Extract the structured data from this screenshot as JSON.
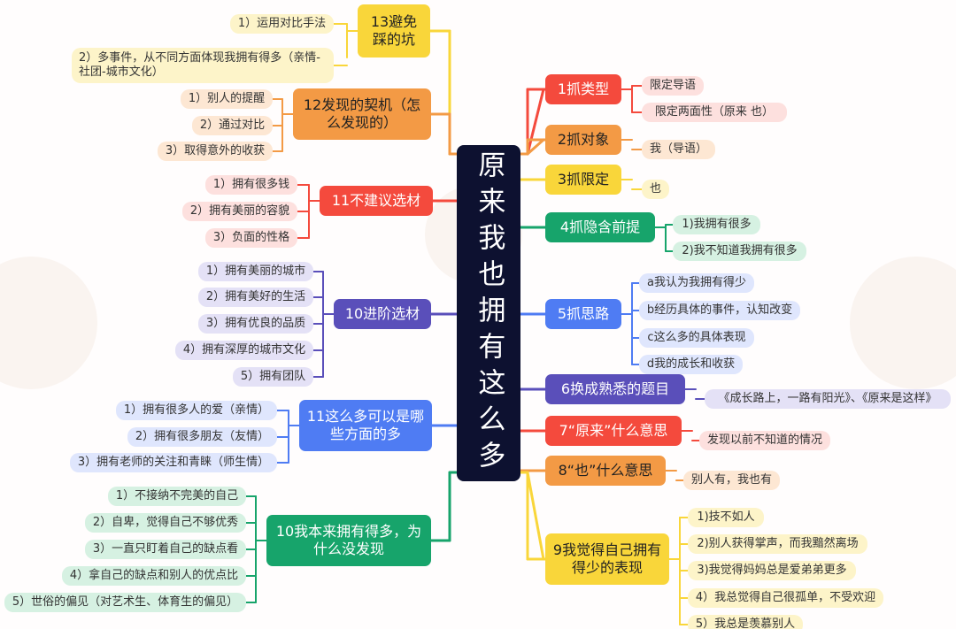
{
  "center_title": "原来我也拥有这么多",
  "colors": {
    "red": "#f44a3d",
    "orange": "#f39a45",
    "yellow": "#f9d63a",
    "green": "#17a46b",
    "blue": "#4f7cf3",
    "purple": "#5a4fba",
    "center": "#0d1130"
  },
  "right_branches": [
    {
      "label": "1抓类型",
      "color": "red",
      "leaves": [
        "限定导语",
        "限定两面性（原来  也）"
      ]
    },
    {
      "label": "2抓对象",
      "color": "orange",
      "leaves": [
        "我（导语）"
      ]
    },
    {
      "label": "3抓限定",
      "color": "yellow",
      "leaves": [
        "也"
      ]
    },
    {
      "label": "4抓隐含前提",
      "color": "green",
      "leaves": [
        "1)我拥有很多",
        "2)我不知道我拥有很多"
      ]
    },
    {
      "label": "5抓思路",
      "color": "blue",
      "leaves": [
        "a我认为我拥有得少",
        "b经历具体的事件，认知改变",
        "c这么多的具体表现",
        "d我的成长和收获"
      ]
    },
    {
      "label": "6换成熟悉的题目",
      "color": "purple",
      "leaves": [
        "《成长路上，一路有阳光》、《原来是这样》"
      ]
    },
    {
      "label": "7“原来”什么意思",
      "color": "red",
      "leaves": [
        "发现以前不知道的情况"
      ]
    },
    {
      "label": "8“也”什么意思",
      "color": "orange",
      "leaves": [
        "别人有，我也有"
      ]
    },
    {
      "label": "9我觉得自己拥有得少的表现",
      "color": "yellow",
      "leaves": [
        "1)技不如人",
        "2)别人获得掌声，而我黯然离场",
        "3)我觉得妈妈总是爱弟弟更多",
        "4）我总觉得自己很孤单，不受欢迎",
        "5）我总是羡慕别人"
      ]
    }
  ],
  "left_branches": [
    {
      "label": "13避免踩的坑",
      "color": "yellow",
      "leaves": [
        "1）运用对比手法",
        "2）多事件，从不同方面体现我拥有得多（亲情-社团-城市文化）"
      ]
    },
    {
      "label": "12发现的契机（怎么发现的）",
      "color": "orange",
      "leaves": [
        "1）别人的提醒",
        "2）通过对比",
        "3）取得意外的收获"
      ]
    },
    {
      "label": "11不建议选材",
      "color": "red",
      "leaves": [
        "1）拥有很多钱",
        "2）拥有美丽的容貌",
        "3）负面的性格"
      ]
    },
    {
      "label": "10进阶选材",
      "color": "purple",
      "leaves": [
        "1）拥有美丽的城市",
        "2）拥有美好的生活",
        "3）拥有优良的品质",
        "4）拥有深厚的城市文化",
        "5）拥有团队"
      ]
    },
    {
      "label": "11这么多可以是哪些方面的多",
      "color": "blue",
      "leaves": [
        "1）拥有很多人的爱（亲情）",
        "2）拥有很多朋友（友情）",
        "3）拥有老师的关注和青睐（师生情）"
      ]
    },
    {
      "label": "10我本来拥有得多，为什么没发现",
      "color": "green",
      "leaves": [
        "1）不接纳不完美的自己",
        "2）自卑，觉得自己不够优秀",
        "3）一直只盯着自己的缺点看",
        "4）拿自己的缺点和别人的优点比",
        "5）世俗的偏见（对艺术生、体育生的偏见）"
      ]
    }
  ]
}
